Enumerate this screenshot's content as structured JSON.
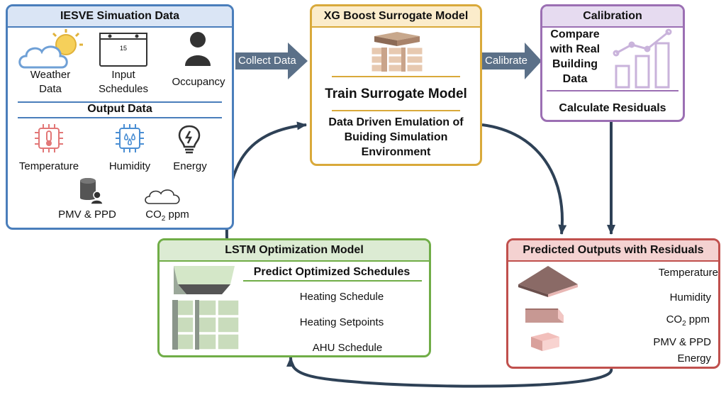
{
  "iesve": {
    "title": "IESVE Simuation Data",
    "weather": [
      "Weather",
      "Data"
    ],
    "schedules": [
      "Input",
      "Schedules"
    ],
    "calendar_day": "15",
    "occupancy": "Occupancy",
    "output_title": "Output Data",
    "temperature": "Temperature",
    "humidity": "Humidity",
    "energy": "Energy",
    "pmv": "PMV & PPD",
    "co2_main": "CO",
    "co2_sub": "2",
    "co2_unit": " ppm"
  },
  "arrows": {
    "collect": "Collect Data",
    "calibrate": "Calibrate"
  },
  "xg": {
    "title": "XG Boost Surrogate Model",
    "train": "Train Surrogate Model",
    "desc": [
      "Data Driven Emulation of",
      "Buiding Simulation",
      "Environment"
    ]
  },
  "calibration": {
    "title": "Calibration",
    "compare": [
      "Compare",
      "with Real",
      "Building",
      "Data"
    ],
    "residuals": "Calculate Residuals"
  },
  "lstm": {
    "title": "LSTM Optimization Model",
    "subtitle": "Predict Optimized Schedules",
    "items": [
      "Heating Schedule",
      "Heating Setpoints",
      "AHU Schedule"
    ]
  },
  "predicted": {
    "title": "Predicted Outputs with Residuals",
    "temperature": "Temperature",
    "humidity": "Humidity",
    "co2_main": "CO",
    "co2_sub": "2",
    "co2_unit": " ppm",
    "pmv": "PMV & PPD",
    "energy": "Energy"
  },
  "colors": {
    "iesve": "#4a7ebb",
    "iesve_fill": "#dae5f5",
    "xg": "#d9a93a",
    "xg_fill": "#fbeccb",
    "calib": "#9b6fb3",
    "calib_fill": "#e6dbf0",
    "lstm": "#70ad47",
    "lstm_fill": "#dcebd3",
    "pred": "#c0504d",
    "pred_fill": "#f4d2d1",
    "arrow": "#5b7088",
    "dark": "#2e4156"
  }
}
